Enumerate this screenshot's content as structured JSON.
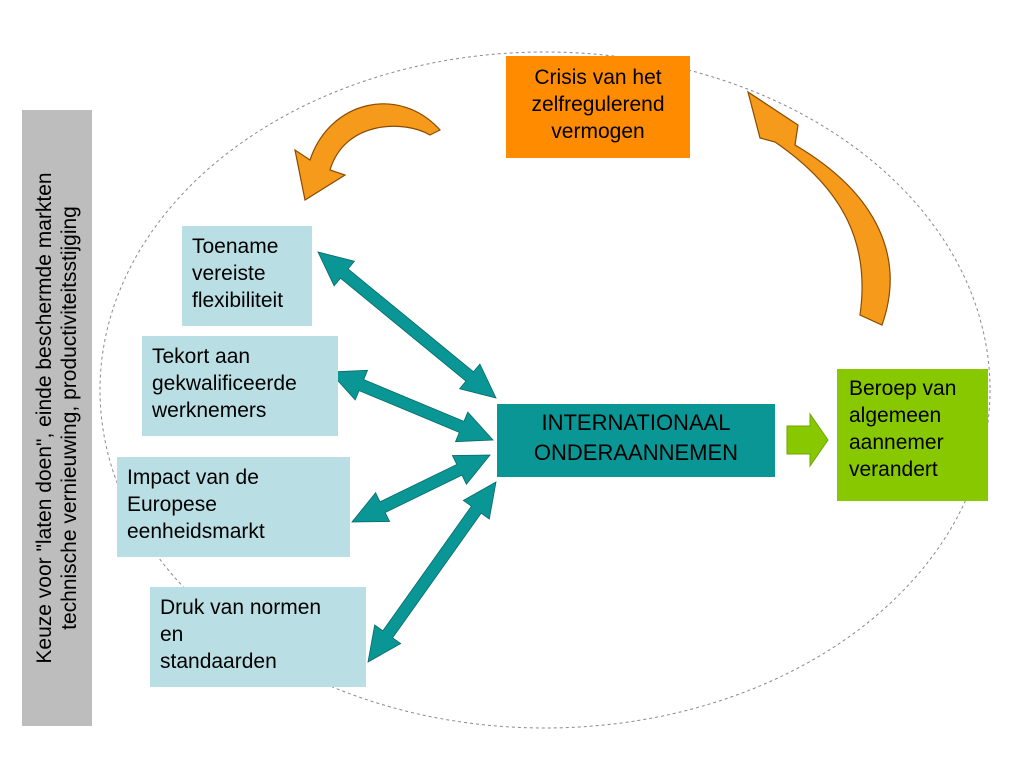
{
  "side_label": {
    "lines": [
      "Keuze voor \"laten doen\", einde beschermde markten",
      "technische vernieuwing, productiviteitsstijging"
    ]
  },
  "crisis": {
    "lines": [
      "Crisis van het",
      "zelfregulerend",
      "vermogen"
    ]
  },
  "center": {
    "lines": [
      "INTERNATIONAAL",
      "ONDERAANNEMEN"
    ]
  },
  "result": {
    "lines": [
      "Beroep van",
      "algemeen",
      "aannemer",
      "verandert"
    ]
  },
  "factors": [
    {
      "lines": [
        "Toename",
        "vereiste",
        "flexibiliteit"
      ]
    },
    {
      "lines": [
        "Tekort aan",
        "gekwalificeerde",
        "werknemers"
      ]
    },
    {
      "lines": [
        "Impact van de",
        "Europese",
        "eenheidsmarkt"
      ]
    },
    {
      "lines": [
        "Druk van normen",
        "en",
        "standaarden"
      ]
    }
  ],
  "colors": {
    "crisis_fill": "#ff8c00",
    "center_fill": "#0b9696",
    "result_fill": "#88c800",
    "factor_fill": "#b9dfe5",
    "side_fill": "#bdbdbd",
    "double_arrow": "#0b9696",
    "curved_arrow": "#f59a1a",
    "green_arrow": "#88c800"
  },
  "icons": [
    "curved-arrow-icon",
    "double-arrow-icon",
    "right-arrow-icon"
  ]
}
